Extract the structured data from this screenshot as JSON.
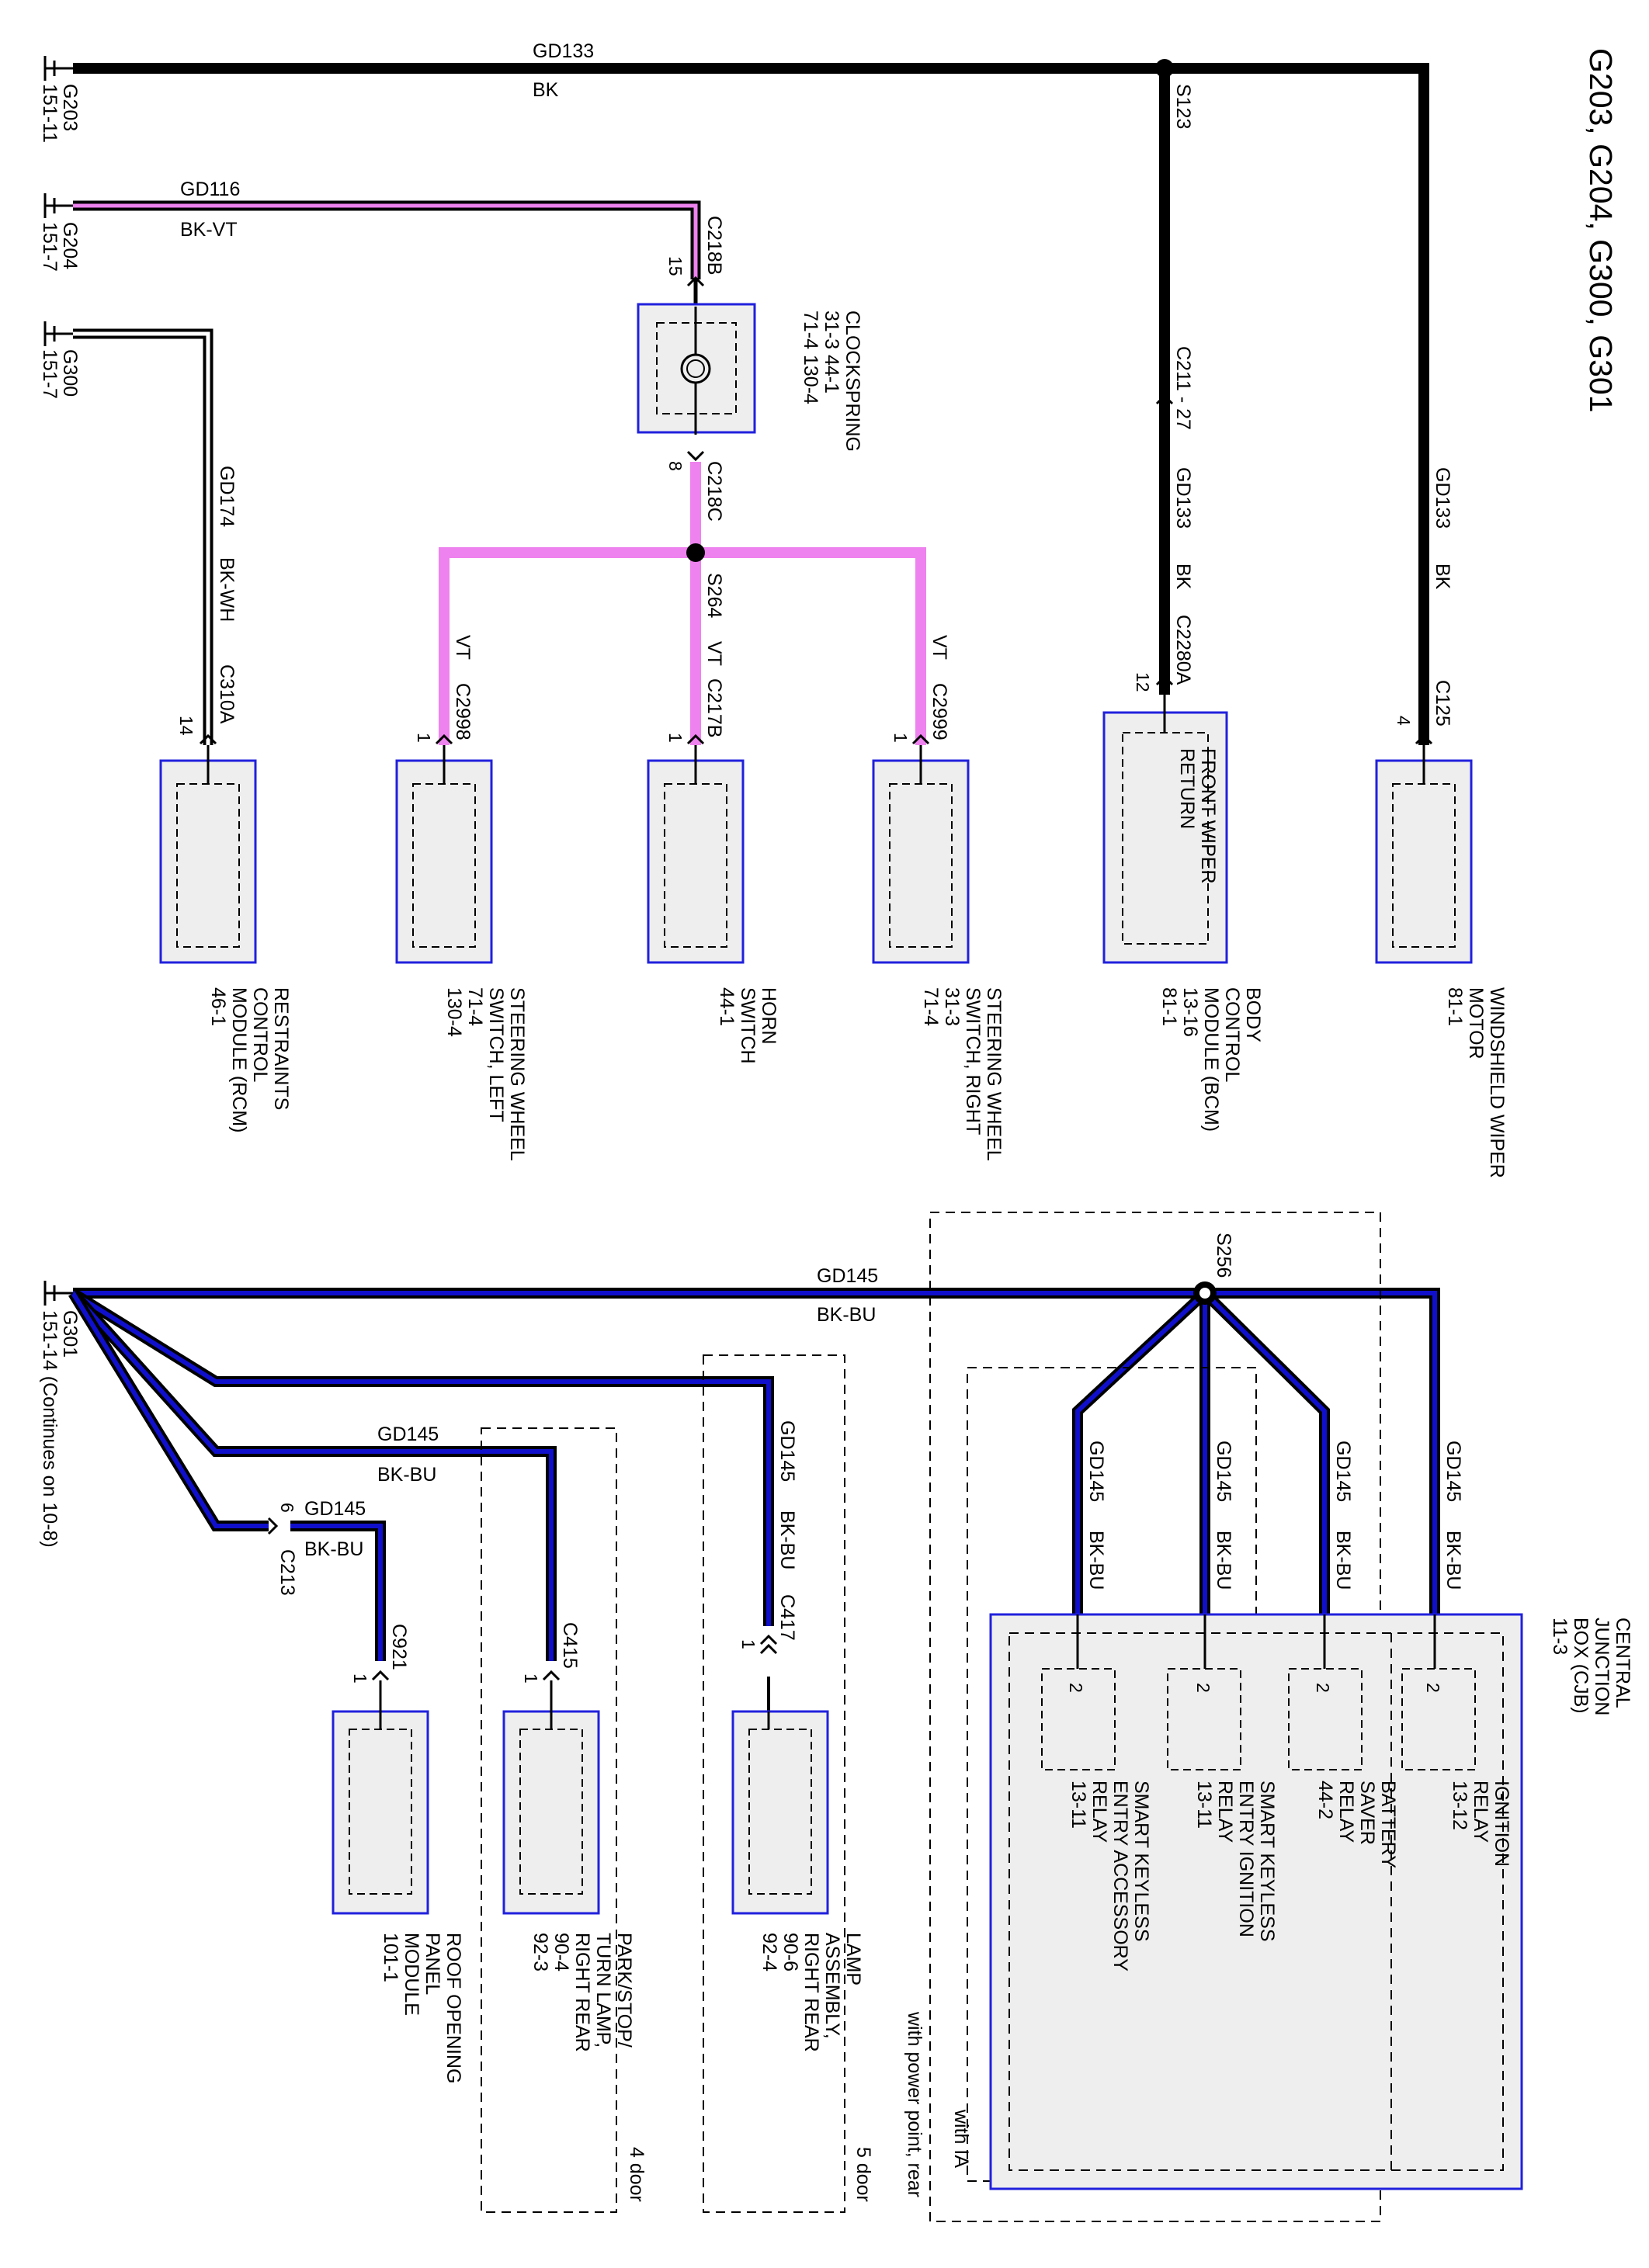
{
  "page": {
    "title": "G203, G204, G300, G301"
  },
  "grounds": {
    "g203": {
      "name": "G203",
      "ref": "151-11"
    },
    "g204": {
      "name": "G204",
      "ref": "151-7"
    },
    "g300": {
      "name": "G300",
      "ref": "151-7"
    },
    "g301": {
      "name": "G301",
      "ref": "151-14 (Continues on 10-8)"
    }
  },
  "wires": {
    "w_gd133_top": {
      "circuit": "GD133",
      "color": "BK"
    },
    "w_gd116": {
      "circuit": "GD116",
      "color": "BK-VT"
    },
    "w_gd174": {
      "circuit": "GD174",
      "color": "BK-WH"
    },
    "w_gd133_bcm": {
      "circuit": "GD133",
      "color": "BK"
    },
    "w_gd133_wiper": {
      "circuit": "GD133",
      "color": "BK"
    },
    "vt": "VT",
    "w_gd145_main": {
      "circuit": "GD145",
      "color": "BK-BU"
    },
    "w_gd145_lamp": {
      "circuit": "GD145",
      "color": "BK-BU"
    },
    "w_gd145_park": {
      "circuit": "GD145",
      "color": "BK-BU"
    },
    "w_gd145_roof": {
      "circuit": "GD145",
      "color": "BK-BU"
    },
    "cjb_branch": {
      "circuit": "GD145",
      "color": "BK-BU"
    }
  },
  "splices": {
    "s123": "S123",
    "s264": "S264",
    "s256": "S256"
  },
  "connectors": {
    "c218b": "C218B",
    "c218b_pin": "15",
    "c218c": "C218C",
    "c218c_pin": "8",
    "c211": "C211 - 27",
    "c2280a": "C2280A",
    "c2280a_pin": "12",
    "c125": "C125",
    "c125_pin": "4",
    "c310a": "C310A",
    "c310a_pin": "14",
    "c2998": "C2998",
    "c2998_pin": "1",
    "c217b": "C217B",
    "c217b_pin": "1",
    "c2999": "C2999",
    "c2999_pin": "1",
    "c213": "C213",
    "c213_pin": "6",
    "c921": "C921",
    "c921_pin": "1",
    "c415": "C415",
    "c415_pin": "1",
    "c417": "C417",
    "c417_pin": "1",
    "cjb_pin": "2"
  },
  "components": {
    "clockspring": {
      "lines": [
        "CLOCKSPRING",
        "31-3   44-1",
        "71-4   130-4"
      ]
    },
    "rcm": {
      "lines": [
        "RESTRAINTS",
        "CONTROL",
        "MODULE (RCM)",
        "46-1"
      ]
    },
    "sw_left": {
      "lines": [
        "STEERING WHEEL",
        "SWITCH, LEFT",
        "71-4",
        "130-4"
      ]
    },
    "horn": {
      "lines": [
        "HORN",
        "SWITCH",
        "44-1"
      ]
    },
    "sw_right": {
      "lines": [
        "STEERING WHEEL",
        "SWITCH, RIGHT",
        "31-3",
        "71-4"
      ]
    },
    "bcm": {
      "inner": [
        "FRONT WIPER",
        "RETURN"
      ],
      "lines": [
        "BODY",
        "CONTROL",
        "MODULE (BCM)",
        "13-16",
        "81-1"
      ]
    },
    "wiper": {
      "lines": [
        "WINDSHIELD WIPER",
        "MOTOR",
        "81-1"
      ]
    },
    "roof": {
      "lines": [
        "ROOF OPENING",
        "PANEL",
        "MODULE",
        "101-1"
      ]
    },
    "park": {
      "lines": [
        "PARK/STOP/",
        "TURN LAMP,",
        "RIGHT REAR",
        "90-4",
        "92-3"
      ]
    },
    "lamp": {
      "lines": [
        "LAMP",
        "ASSEMBLY,",
        "RIGHT REAR",
        "90-6",
        "92-4"
      ]
    },
    "cjb": {
      "lines": [
        "CENTRAL",
        "JUNCTION",
        "BOX (CJB)",
        "11-3"
      ]
    },
    "relay_ign": {
      "lines": [
        "IGNITION",
        "RELAY",
        "13-12"
      ]
    },
    "relay_bat": {
      "lines": [
        "BATTERY",
        "SAVER",
        "RELAY",
        "44-2"
      ]
    },
    "relay_ske_ign": {
      "lines": [
        "SMART KEYLESS",
        "ENTRY IGNITION",
        "RELAY",
        "13-11"
      ]
    },
    "relay_ske_acc": {
      "lines": [
        "SMART KEYLESS",
        "ENTRY ACCESSORY",
        "RELAY",
        "13-11"
      ]
    }
  },
  "options": {
    "door4": "4 door",
    "door5": "5 door",
    "rear_power": "with power point, rear",
    "ia": "with IA"
  },
  "colors": {
    "black": "#000000",
    "violet": "#ee82ee",
    "blue": "#1010cc",
    "component_fill": "#eeeeee",
    "component_border": "#2020dd"
  }
}
